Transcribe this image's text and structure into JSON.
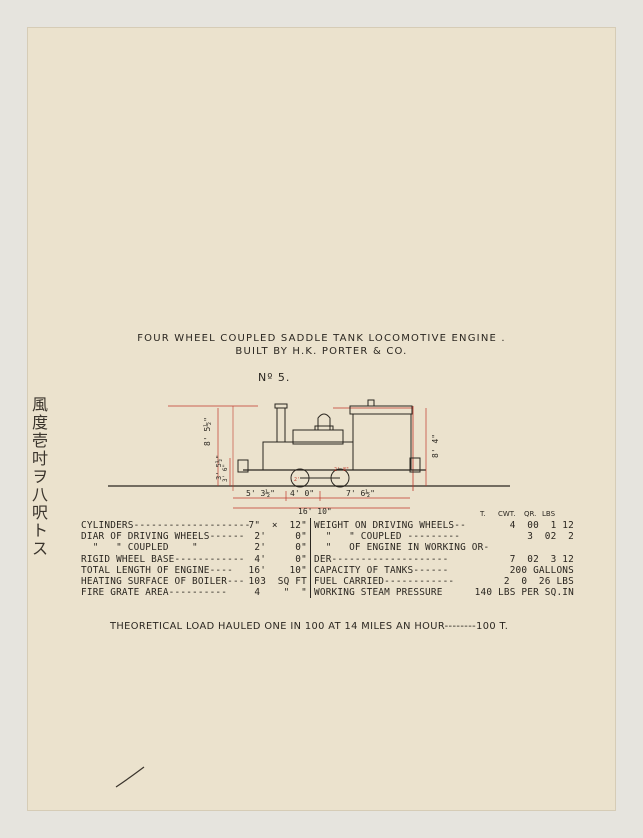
{
  "title": "FOUR WHEEL COUPLED SADDLE TANK LOCOMOTIVE ENGINE .",
  "subtitle": "BUILT BY H.K. PORTER & CO.",
  "number": "Nº 5.",
  "drawing": {
    "dim_height_total": "8' 5½\"",
    "dim_height_a": "3' 5½\"",
    "dim_height_b": "3' 6\"",
    "dim_height_right": "8' 4\"",
    "dim_a": "5' 3½\"",
    "dim_b": "4' 0\"",
    "dim_c": "7' 6½\"",
    "dim_total": "16' 10\"",
    "wheel_a": "2'",
    "wheel_b": "2' 8\""
  },
  "col_heads": {
    "t": "T.",
    "cwt": "CWT.",
    "qr": "QR.",
    "lbs": "LBS"
  },
  "specs_left": [
    {
      "label": "CYLINDERS--------------------",
      "val": "7\"  ×  12\""
    },
    {
      "label": "DIAR OF DRIVING WHEELS------",
      "val": "2'     0\""
    },
    {
      "label": "  \"   \" COUPLED    \"",
      "val": "2'     0\""
    },
    {
      "label": "RIGID WHEEL BASE------------",
      "val": "4'     0\""
    },
    {
      "label": "TOTAL LENGTH OF ENGINE----",
      "val": "16'    10\""
    },
    {
      "label": "HEATING SURFACE OF BOILER---",
      "val": "103  SQ FT"
    },
    {
      "label": "FIRE GRATE AREA----------",
      "val": "4    \"  \""
    }
  ],
  "specs_right": [
    {
      "label": "WEIGHT ON DRIVING WHEELS--",
      "val": "4  00  1 12"
    },
    {
      "label": "  \"   \" COUPLED ---------",
      "val": "3  02  2"
    },
    {
      "label": "  \"   OF ENGINE IN WORKING OR-",
      "val": ""
    },
    {
      "label": "DER--------------------",
      "val": "7  02  3 12"
    },
    {
      "label": "CAPACITY OF TANKS------",
      "val": "200 GALLONS"
    },
    {
      "label": "FUEL CARRIED------------",
      "val": "2  0  26 LBS"
    },
    {
      "label": "WORKING STEAM PRESSURE",
      "val": "140 LBS PER SQ.IN"
    }
  ],
  "theory": "THEORETICAL LOAD HAULED ONE IN 100 AT 14 MILES AN HOUR--------100 T.",
  "jp_note": "風度壱吋ヲ八呎トス",
  "colors": {
    "paper": "#ebe2cd",
    "ink": "#2a2620",
    "red": "#c0392b",
    "mount": "#e6e4de"
  }
}
